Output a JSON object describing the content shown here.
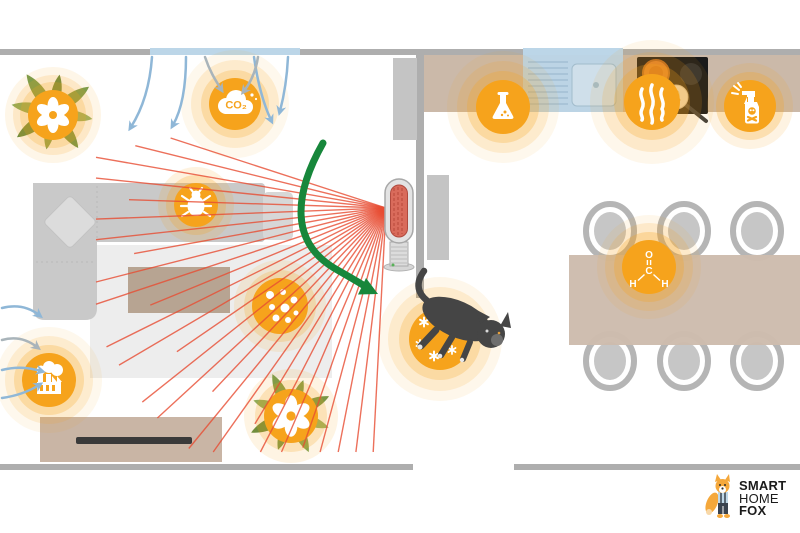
{
  "logo": {
    "line1": "SMART",
    "line2": "HOME",
    "line3": "FOX"
  },
  "labels": {
    "co2": "CO₂"
  },
  "chem": {
    "o": "O",
    "c": "C",
    "h_left": "H",
    "h_right": "H"
  },
  "colors": {
    "accent_orange": "#F6A31C",
    "ray_red": "#E84D33",
    "arrow_green": "#17873B",
    "airflow_blue": "#8FB7D7",
    "airflow_gray": "#A9B4BA",
    "wall_gray": "#AEAEAE",
    "window_blue": "#BCD6E8",
    "counter_tan": "#CBB9A9",
    "couch_gray": "#C9C9C9",
    "cat_gray": "#454545",
    "heater_coral": "#D96B5B"
  },
  "icons": [
    {
      "name": "pollen-icon"
    },
    {
      "name": "co2-icon"
    },
    {
      "name": "dust-mite-icon"
    },
    {
      "name": "particles-icon"
    },
    {
      "name": "pollen-icon-2"
    },
    {
      "name": "outdoor-pollution-icon"
    },
    {
      "name": "pet-dander-icon"
    },
    {
      "name": "chemical-flask-icon"
    },
    {
      "name": "cooking-odor-icon"
    },
    {
      "name": "toxic-spray-icon"
    },
    {
      "name": "formaldehyde-icon"
    }
  ]
}
